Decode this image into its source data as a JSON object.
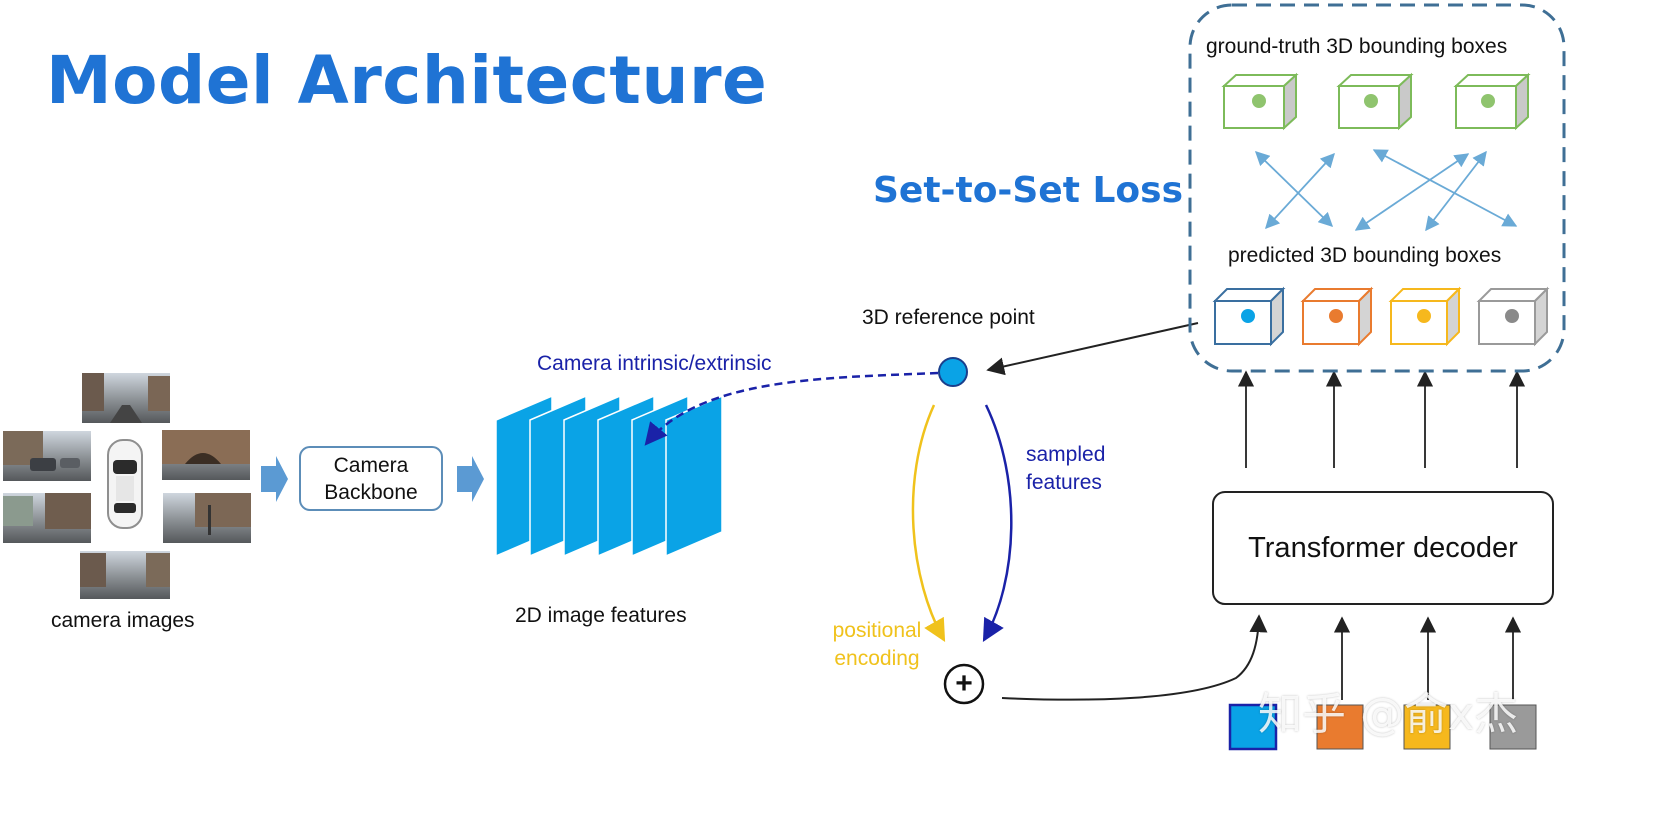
{
  "title": "Model Architecture",
  "loss": {
    "title": "Set-to-Set Loss",
    "gt_label": "ground-truth 3D bounding boxes",
    "pred_label": "predicted 3D bounding boxes"
  },
  "labels": {
    "camera_images": "camera images",
    "backbone_line1": "Camera",
    "backbone_line2": "Backbone",
    "image_features": "2D image features",
    "camera_params": "Camera intrinsic/extrinsic",
    "reference_point": "3D reference point",
    "sampled_line1": "sampled",
    "sampled_line2": "features",
    "positional_line1": "positional",
    "positional_line2": "encoding",
    "plus": "+",
    "decoder": "Transformer decoder"
  },
  "watermark": "知乎 @俞x杰",
  "colors": {
    "accent_blue": "#1f73d4",
    "feature_blue": "#0aa3e6",
    "navy": "#1a22a8",
    "yellow": "#f0c21c",
    "green": "#7dbb5a",
    "orange": "#e97b2f",
    "gold": "#f6b81d",
    "gray": "#9a9a9a",
    "dashed_border": "#3f6f95"
  },
  "query_colors": [
    "#0aa3e6",
    "#e97b2f",
    "#f6b81d",
    "#9a9a9a"
  ],
  "predicted_box_colors": [
    "#3a6fa0",
    "#e97b2f",
    "#f6b81d",
    "#9a9a9a"
  ],
  "predicted_dot_colors": [
    "#0aa3e6",
    "#e97b2f",
    "#f6b81d",
    "#8a8a8a"
  ],
  "camera_views": [
    "front",
    "front-left",
    "front-right",
    "back-left",
    "back-right",
    "back"
  ]
}
